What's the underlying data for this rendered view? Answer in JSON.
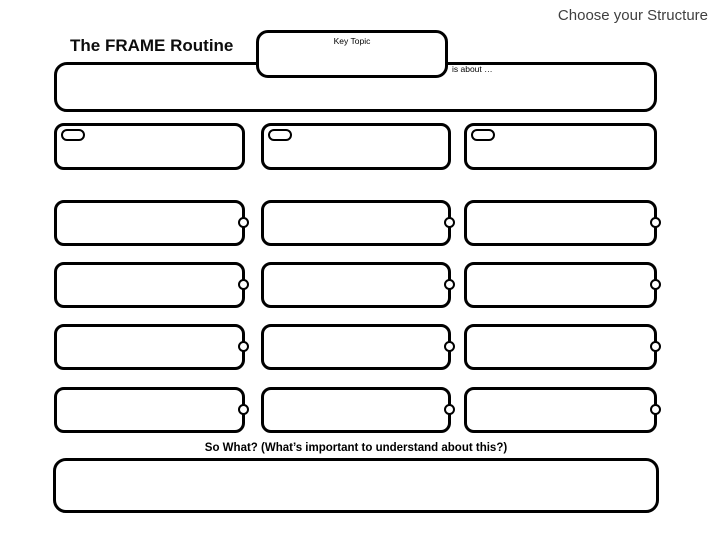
{
  "colors": {
    "background": "#ffffff",
    "border": "#000000",
    "text": "#000000",
    "corner_text": "#3f3f3f"
  },
  "header": {
    "corner_label": "Choose your Structure",
    "title": "The FRAME Routine"
  },
  "organizer": {
    "key_topic": {
      "label": "Key Topic",
      "value": ""
    },
    "is_about_label": "is about …",
    "topic_statement": {
      "value": ""
    },
    "main_ideas": [
      {
        "value": ""
      },
      {
        "value": ""
      },
      {
        "value": ""
      }
    ],
    "detail_rows": [
      {
        "cells": [
          {
            "value": ""
          },
          {
            "value": ""
          },
          {
            "value": ""
          }
        ]
      },
      {
        "cells": [
          {
            "value": ""
          },
          {
            "value": ""
          },
          {
            "value": ""
          }
        ]
      },
      {
        "cells": [
          {
            "value": ""
          },
          {
            "value": ""
          },
          {
            "value": ""
          }
        ]
      },
      {
        "cells": [
          {
            "value": ""
          },
          {
            "value": ""
          },
          {
            "value": ""
          }
        ]
      }
    ],
    "so_what": {
      "label": "So What? (What’s important to understand about this?)",
      "value": ""
    }
  }
}
